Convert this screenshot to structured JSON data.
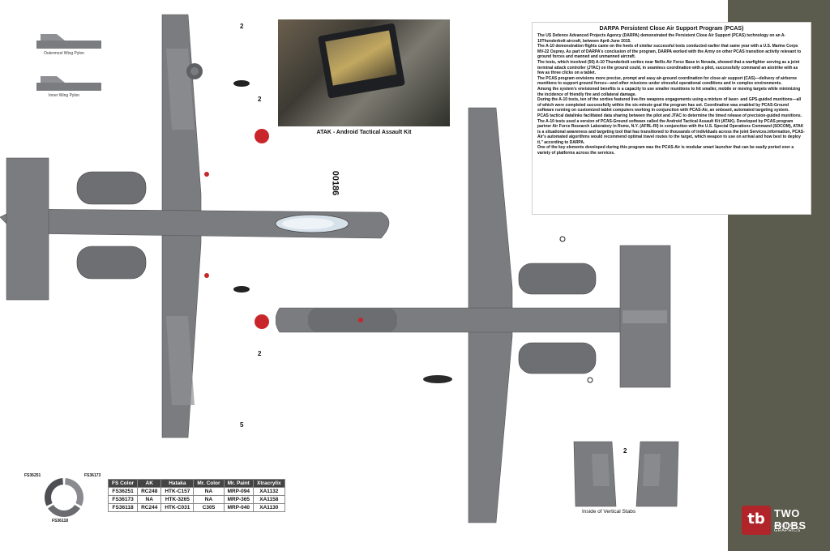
{
  "panel": {
    "title": "DARPA Persistent Close Air Support Program (PCAS)",
    "paragraphs": [
      "The US Defence Advanced Projects Agency (DARPA) demonstrated the Persistent Close Air Support (PCAS) technology on an A-10Thunderbolt aircraft, between April-June 2015.",
      "The A-10 demonstration flights came on the heels of similar successful tests conducted earlier that same year with a U.S. Marine Corps MV-22 Osprey. As part of DARPA's conclusion of the program, DARPA worked with the Army on other PCAS transition activity relevant to ground forces and manned and unmanned aircraft.",
      "The tests, which involved (50) A-10 Thunderbolt sorties near Nellis Air Force Base in Nevada, showed that a warfighter serving as a joint terminal attack controller (JTAC) on the ground could, in seamless coordination with a pilot, successfully command an airstrike with as few as three clicks on a tablet.",
      "The PCAS program envisions more precise, prompt and easy air-ground coordination for close air support (CAS)—delivery of airborne munitions to support ground forces—and other missions under stressful operational conditions and in complex environments.",
      "Among the system's envisioned benefits is a capacity to use smaller munitions to hit smaller, mobile or moving targets while minimizing the incidence of friendly fire and collateral damage.",
      "During the A-10 tests, ten of the sorties featured live-fire weapons engagements using a mixture of laser- and GPS-guided munitions—all of which were completed successfully within the six-minute goal the program has set. Coordination was enabled by PCAS-Ground software running on customized tablet computers working in conjunction with PCAS-Air, an onboard, automated targeting system.",
      "PCAS tactical datalinks facilitated data sharing between the pilot and JTAC to determine the timed release of precision-guided munitions.",
      "The A-10 tests used a version of PCAS-Ground software called the Android Tactical Assault Kit (ATAK). Developed by PCAS program partner Air Force Research Laboratory in Rome, N.Y. (AFRL-RI) in conjunction with the U.S. Special Operations Command (SOCOM), ATAK is a situational awareness and targeting tool that has transitioned to thousands of individuals across the joint Services.information, PCAS-Air's automated algorithms would recommend optimal travel routes to the target, which weapon to use on arrival and how best to deploy it,\" according to DARPA.",
      "One of the key elements developed during this program was the PCAS-Air is modular smart launcher that can be easily ported over a variety of platforms across the services."
    ]
  },
  "photo": {
    "caption": "ATAK - Android Tactical Assault Kit"
  },
  "labels": {
    "outer_pylon": "Outermost Wing Pylon",
    "inner_pylon": "Inner Wing Pylon",
    "stabs": "Inside of Vertical Stabs",
    "serial": "00186",
    "callout_2": "2",
    "callout_5": "5"
  },
  "color_legend": {
    "segments": [
      {
        "name": "FS36251",
        "color": "#8a8b8f"
      },
      {
        "name": "FS36173",
        "color": "#6b6c70"
      },
      {
        "name": "FS36118",
        "color": "#4e4f53"
      }
    ]
  },
  "color_table": {
    "headers": [
      "FS Color",
      "AK",
      "Hataka",
      "Mr. Color",
      "Mr. Paint",
      "Xtracrylix"
    ],
    "rows": [
      [
        "FS36251",
        "RC248",
        "HTK-C157",
        "NA",
        "MRP-094",
        "XA1132"
      ],
      [
        "FS36173",
        "NA",
        "HTK-3265",
        "NA",
        "MRP-365",
        "XA1158"
      ],
      [
        "FS36118",
        "RC244",
        "HTK-C031",
        "C305",
        "MRP-040",
        "XA1130"
      ]
    ]
  },
  "logo": {
    "mark": "tb",
    "name": "TWO BOBS",
    "tagline": "AVIATION GRAPHICS"
  }
}
